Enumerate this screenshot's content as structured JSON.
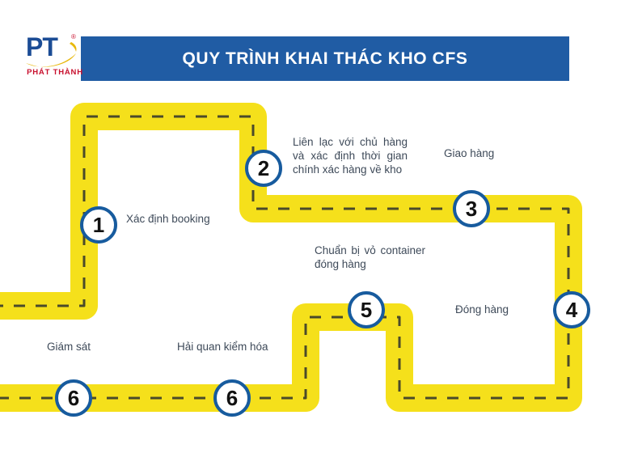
{
  "brand": {
    "mark_text": "PT",
    "registered_symbol": "®",
    "name": "PHÁT THÀNH",
    "blue": "#1B4C95",
    "red": "#C8102E",
    "yellow": "#F2DE17"
  },
  "header": {
    "title": "QUY TRÌNH KHAI THÁC KHO CFS",
    "band_color": "#205CA4",
    "text_color": "#FFFFFF"
  },
  "diagram": {
    "road_color": "#F5E01B",
    "road_dash_color": "#4A4A2A",
    "marker_ring_color": "#175B9E",
    "marker_fill_color": "#FFFFFF",
    "label_color": "#3E4A59",
    "steps": [
      {
        "number": "1",
        "label": "Xác định booking"
      },
      {
        "number": "2",
        "label": "Liên lạc với chủ hàng và xác định thời gian chính xác hàng về kho"
      },
      {
        "number": "3",
        "label": "Giao hàng"
      },
      {
        "number": "4",
        "label": "Đóng hàng"
      },
      {
        "number": "5",
        "label": "Chuẩn bị vỏ container đóng hàng"
      },
      {
        "number": "6",
        "label": "Hải quan kiểm hóa"
      },
      {
        "number": "6",
        "label": "Giám sát"
      }
    ]
  }
}
